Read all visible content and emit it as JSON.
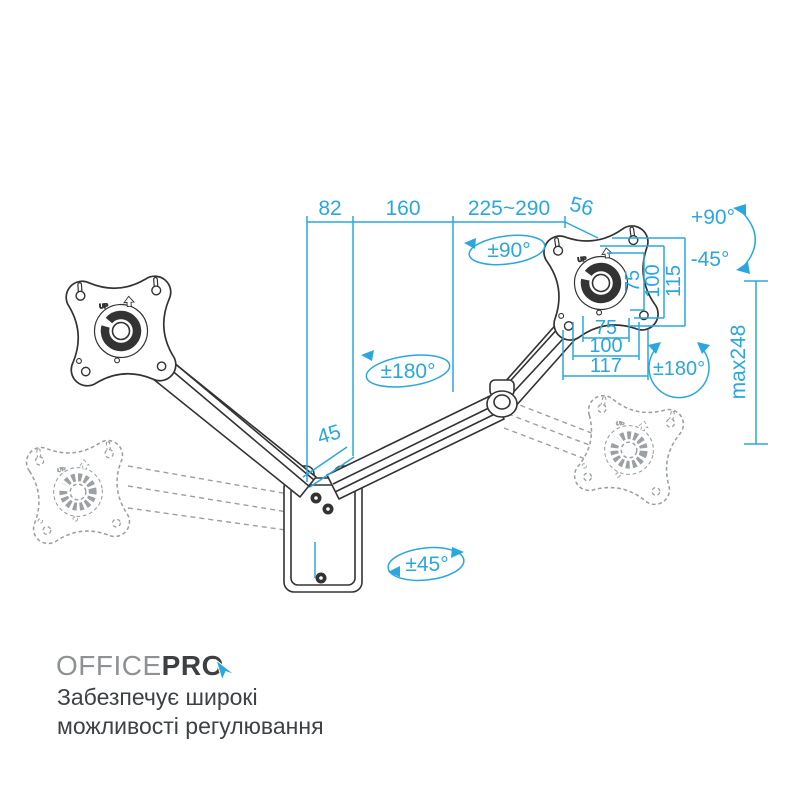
{
  "colors": {
    "accent": "#2aa7df",
    "ink": "#333333",
    "ghost": "#9aa0a3"
  },
  "annotations": {
    "dim_82": "82",
    "dim_160": "160",
    "dim_range": "225~290",
    "dim_56": "56",
    "rot_plate_swivel": "±90°",
    "tilt_up": "+90°",
    "tilt_down": "-45°",
    "vesa_v_75": "75",
    "vesa_v_100": "100",
    "vesa_v_115": "115",
    "vesa_h_75": "75",
    "vesa_h_100": "100",
    "vesa_h_117": "117",
    "rot_elbow": "±180°",
    "rot_arm": "±180°",
    "height_max": "max248",
    "dim_45": "45",
    "rot_base": "±45°",
    "plate_up_label": "UP"
  },
  "logo": {
    "brand_1": "OFFICE",
    "brand_2": "PRO",
    "tagline_1": "Забезпечує широкі",
    "tagline_2": "можливості регулювання"
  }
}
